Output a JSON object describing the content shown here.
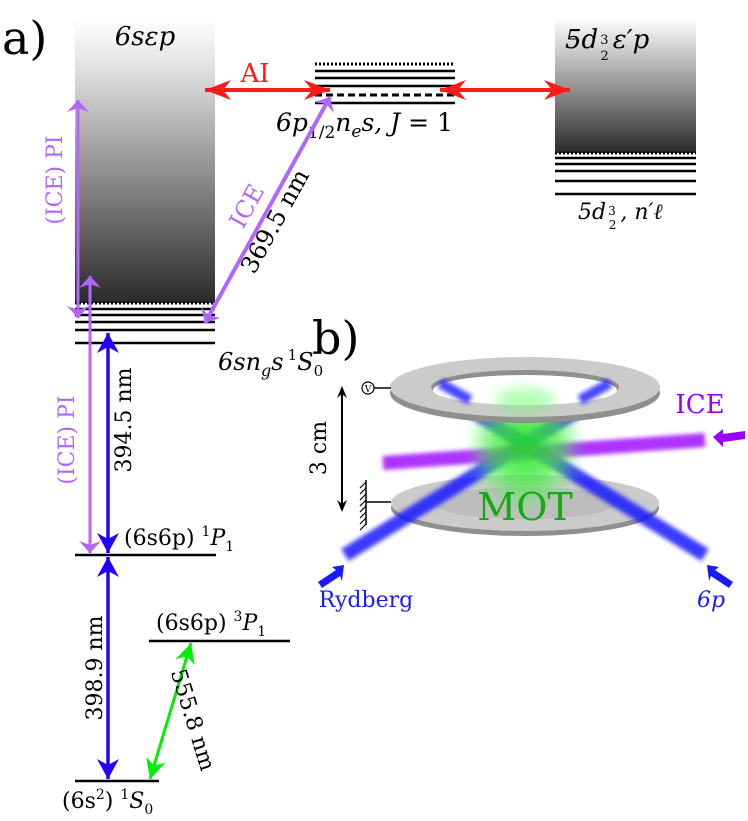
{
  "panels": {
    "a": {
      "label": "a)",
      "continua": [
        {
          "id": "6sep",
          "label": "6sεp"
        },
        {
          "id": "5d32ep",
          "label_main": "5d",
          "label_sub": "3/2",
          "label_tail": "ε′p"
        }
      ],
      "levels": {
        "intermediate": {
          "label": "6p",
          "sub": "1/2",
          "tail": "nₑs, J = 1"
        },
        "rydberg": {
          "label": "6sn",
          "sub": "g",
          "tail": "s ¹S₀"
        },
        "p1": {
          "label": "(6s6p) ¹P₁"
        },
        "triplet": {
          "label": "(6s6p) ³P₁"
        },
        "ground": {
          "label": "(6s²) ¹S₀"
        },
        "perturber": {
          "label": "5d",
          "sub": "3/2",
          "tail": ", n′ℓ"
        }
      },
      "transitions": [
        {
          "id": "ai",
          "label": "AI",
          "color": "#ff1a1a"
        },
        {
          "id": "ice",
          "label": "ICE",
          "color": "#b266ff"
        },
        {
          "id": "ice_wavelength",
          "label": "369.5 nm"
        },
        {
          "id": "ice_pi_upper",
          "label": "(ICE) PI",
          "color": "#b266ff"
        },
        {
          "id": "ice_pi_lower",
          "label": "(ICE) PI",
          "color": "#b266ff"
        },
        {
          "id": "rydberg_step",
          "label": "394.5 nm",
          "color": "#2200ff"
        },
        {
          "id": "first_step",
          "label": "398.9 nm",
          "color": "#2200ff"
        },
        {
          "id": "intercombination",
          "label": "555.8 nm",
          "color": "#00ee00"
        }
      ]
    },
    "b": {
      "label": "b)",
      "scale_label": "3 cm",
      "voltage_symbol": "V",
      "mot_label": "MOT",
      "beams": [
        {
          "id": "ice",
          "label": "ICE",
          "color": "#9900ff"
        },
        {
          "id": "rydberg",
          "label": "Rydberg",
          "color": "#1a1aff"
        },
        {
          "id": "6p",
          "label": "6p",
          "color": "#1a1aff"
        }
      ],
      "mot_color": "#22cc22"
    }
  }
}
